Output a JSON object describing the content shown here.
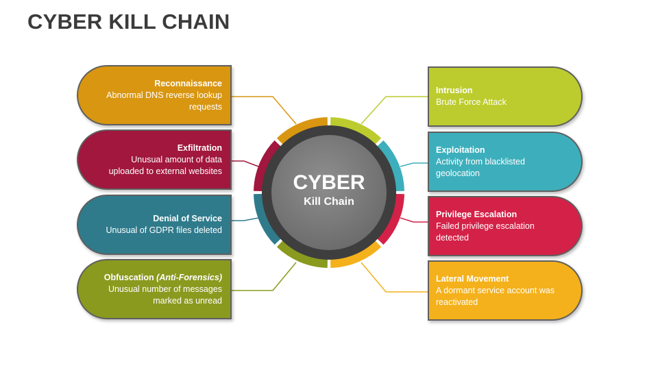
{
  "title": "CYBER KILL CHAIN",
  "center": {
    "big": "CYBER",
    "small": "Kill Chain"
  },
  "colors": {
    "orange": "#d99611",
    "maroon": "#a1173d",
    "teal": "#2f7b8c",
    "olive": "#8a9a1f",
    "lime": "#bccc2e",
    "cyan": "#3dafbc",
    "crimson": "#d42147",
    "amber": "#f4b11b"
  },
  "left_items": [
    {
      "heading": "Reconnaissance",
      "heading_suffix": "",
      "text": "Abnormal DNS reverse lookup requests",
      "color": "#d99611"
    },
    {
      "heading": "Exfiltration",
      "heading_suffix": "",
      "text": "Unusual amount of data uploaded to external websites",
      "color": "#a1173d"
    },
    {
      "heading": "Denial of Service",
      "heading_suffix": "",
      "text": "Unusual of GDPR files deleted",
      "color": "#2f7b8c"
    },
    {
      "heading": "Obfuscation ",
      "heading_suffix": "(Anti-Forensics)",
      "text": "Unusual number of messages marked as unread",
      "color": "#8a9a1f"
    }
  ],
  "right_items": [
    {
      "heading": "Intrusion",
      "text": "Brute Force Attack",
      "color": "#bccc2e"
    },
    {
      "heading": "Exploitation",
      "text": "Activity from blacklisted geolocation",
      "color": "#3dafbc"
    },
    {
      "heading": "Privilege Escalation",
      "text": "Failed privilege escalation detected",
      "color": "#d42147"
    },
    {
      "heading": "Lateral Movement",
      "text": "A dormant service account was reactivated",
      "color": "#f4b11b"
    }
  ]
}
